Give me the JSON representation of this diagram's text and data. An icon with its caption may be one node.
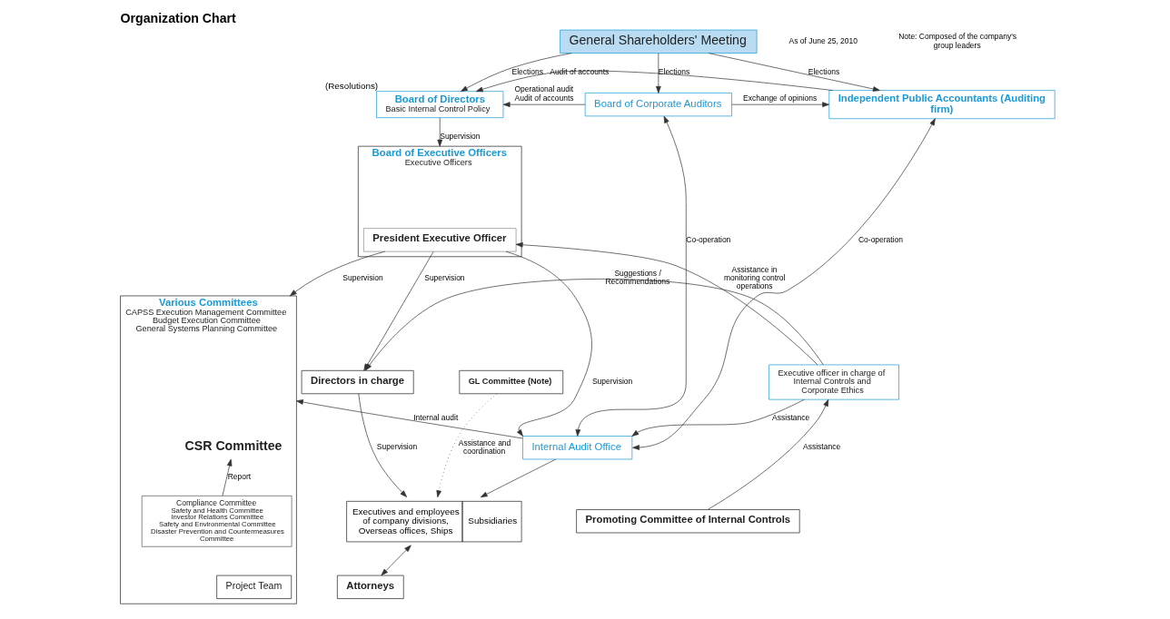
{
  "diagram": {
    "title": "Organization Chart",
    "nodes": [
      {
        "text": [
          "General Shareholders' Meeting"
        ]
      },
      {
        "text": [
          "Board of Directors",
          "Basic Internal Control Policy"
        ],
        "beside": [
          "(Resolutions)"
        ]
      },
      {
        "text": [
          "Board of Corporate Auditors"
        ]
      },
      {
        "text": [
          "Independent Public Accountants (Auditing firm)"
        ]
      },
      {
        "text": [
          "Board of Executive Officers",
          "Executive Officers"
        ]
      },
      {
        "text": [
          "President Executive Officer"
        ],
        "in": 4
      },
      {
        "text": [
          "Directors in charge"
        ]
      },
      {
        "text": [
          "Various Committees",
          "CAPSS Execution Management Committee",
          "Budget Execution Committee",
          "General Systems Planning Committee"
        ]
      },
      {
        "text": [
          "CSR Committee"
        ],
        "in": 7
      },
      {
        "text": [
          "Compliance Committee",
          "Safety and Health Committee",
          "Investor Relations Committee",
          "Safety and Environmental Committee",
          "Disaster Prevention and Countermeasures Committee"
        ],
        "in": 7
      },
      {
        "text": [
          "Project Team"
        ],
        "in": 7
      },
      {
        "text": [
          "GL Committee (Note)"
        ]
      },
      {
        "text": [
          "Executive officer in charge of Internal Controls and Corporate Ethics"
        ]
      },
      {
        "text": [
          "Internal Audit Office"
        ]
      },
      {
        "text": [
          "Executives and employees of company divisions, Overseas offices, Ships",
          "Subsidiaries"
        ]
      },
      {
        "text": [
          "Promoting Committee of Internal Controls"
        ]
      },
      {
        "text": [
          "Attorneys"
        ]
      }
    ],
    "edges": [
      {
        "from": 0,
        "to": 1,
        "arrow": "to",
        "label": "Elections"
      },
      {
        "from": 0,
        "to": 2,
        "arrow": "to",
        "label": "Elections"
      },
      {
        "from": 0,
        "to": 3,
        "arrow": "to",
        "label": "Elections"
      },
      {
        "from": 2,
        "to": 1,
        "arrow": "to",
        "label": "Operational audit Audit of accounts"
      },
      {
        "from": 2,
        "to": 3,
        "arrow": "to",
        "label": "Exchange of opinions"
      },
      {
        "from": 3,
        "to": 1,
        "arrow": "to",
        "label": "Audit of accounts"
      },
      {
        "from": 1,
        "to": 4,
        "arrow": "to",
        "label": "Supervision"
      },
      {
        "from": 5,
        "to": 6,
        "arrow": "to",
        "label": "Supervision"
      },
      {
        "from": 5,
        "to": 7,
        "arrow": "to",
        "label": "Supervision"
      },
      {
        "from": 12,
        "to": 5,
        "arrow": "to",
        "label": "Assistance in monitoring control operations"
      },
      {
        "from": 5,
        "to": 13,
        "arrow": "to",
        "label": "Supervision"
      },
      {
        "from": 12,
        "to": 6,
        "arrow": "to",
        "label": "Suggestions / Recommendations"
      },
      {
        "from": 6,
        "to": 14,
        "arrow": "to",
        "label": "Supervision"
      },
      {
        "from": 11,
        "to": 14,
        "arrow": "to",
        "label": "Assistance and coordination",
        "style": "dashed"
      },
      {
        "from": 12,
        "to": 13,
        "arrow": "to",
        "label": "Assistance"
      },
      {
        "from": 2,
        "to": 13,
        "arrow": "both",
        "label": "Co-operation"
      },
      {
        "from": 3,
        "to": 13,
        "arrow": "both",
        "label": "Co-operation"
      },
      {
        "from": 15,
        "to": 12,
        "arrow": "to",
        "label": "Assistance"
      },
      {
        "from": 13,
        "to": 7,
        "arrow": "to",
        "label": "Internal audit"
      },
      {
        "from": 13,
        "to": 14,
        "arrow": "to"
      },
      {
        "from": 16,
        "to": 14,
        "arrow": "both"
      },
      {
        "from": 9,
        "to": 8,
        "arrow": "to",
        "label": "Report"
      }
    ],
    "labels": [
      "As of June 25, 2010",
      "Note: Composed of the company's group leaders"
    ]
  }
}
